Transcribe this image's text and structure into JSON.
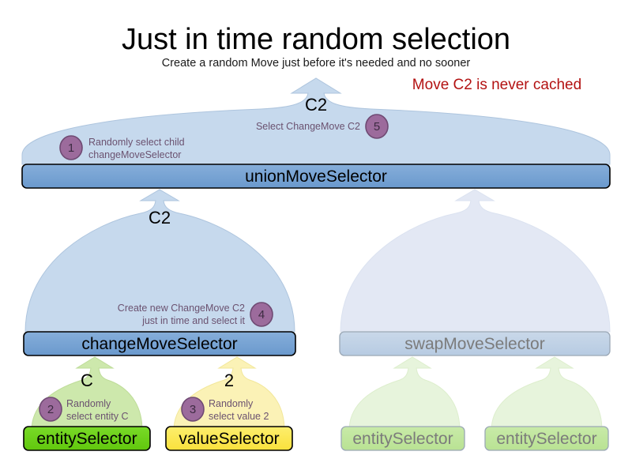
{
  "header": {
    "title": "Just in time random selection",
    "subtitle": "Create a random Move just before it's needed and no sooner",
    "warning": "Move C2 is never cached"
  },
  "colors": {
    "bar_blue_fill": "#74a2d4",
    "bar_blue_stroke": "#000000",
    "bubble_blue_fill": "#c6d9ed",
    "bubble_blue_stroke": "#a9c2dd",
    "bar_blue_faded_fill": "#bfd0e4",
    "bubble_blue_faded_fill": "#e3e8f4",
    "entity_green_fill": "#6bd117",
    "entity_green_faded_fill": "#bfe79c",
    "bubble_green_fill": "#cde8ac",
    "bubble_green_faded_fill": "#e7f4dc",
    "value_yellow_fill": "#fce954",
    "bubble_yellow_fill": "#fbf2b6",
    "badge_fill": "#9c6b9c",
    "badge_stroke": "#6f4a73",
    "faded_text": "#7b7b7b",
    "warning_red": "#b31212",
    "note_purple": "#6b5270"
  },
  "nodes": {
    "union": {
      "label": "unionMoveSelector"
    },
    "change": {
      "label": "changeMoveSelector"
    },
    "swap": {
      "label": "swapMoveSelector"
    },
    "entity_left": {
      "label": "entitySelector"
    },
    "value_left": {
      "label": "valueSelector"
    },
    "entity_right_1": {
      "label": "entitySelector"
    },
    "entity_right_2": {
      "label": "entitySelector"
    }
  },
  "flow_labels": {
    "union_out": "C2",
    "change_out": "C2",
    "entity_out": "C",
    "value_out": "2"
  },
  "steps": [
    {
      "number": "1",
      "lines": [
        "Randomly select child",
        "changeMoveSelector"
      ],
      "align": "left"
    },
    {
      "number": "2",
      "lines": [
        "Randomly",
        "select entity C"
      ],
      "align": "left"
    },
    {
      "number": "3",
      "lines": [
        "Randomly",
        "select value 2"
      ],
      "align": "left"
    },
    {
      "number": "4",
      "lines": [
        "Create new ChangeMove C2",
        "just in time and select it"
      ],
      "align": "right"
    },
    {
      "number": "5",
      "lines": [
        "Select ChangeMove C2"
      ],
      "align": "right"
    }
  ]
}
